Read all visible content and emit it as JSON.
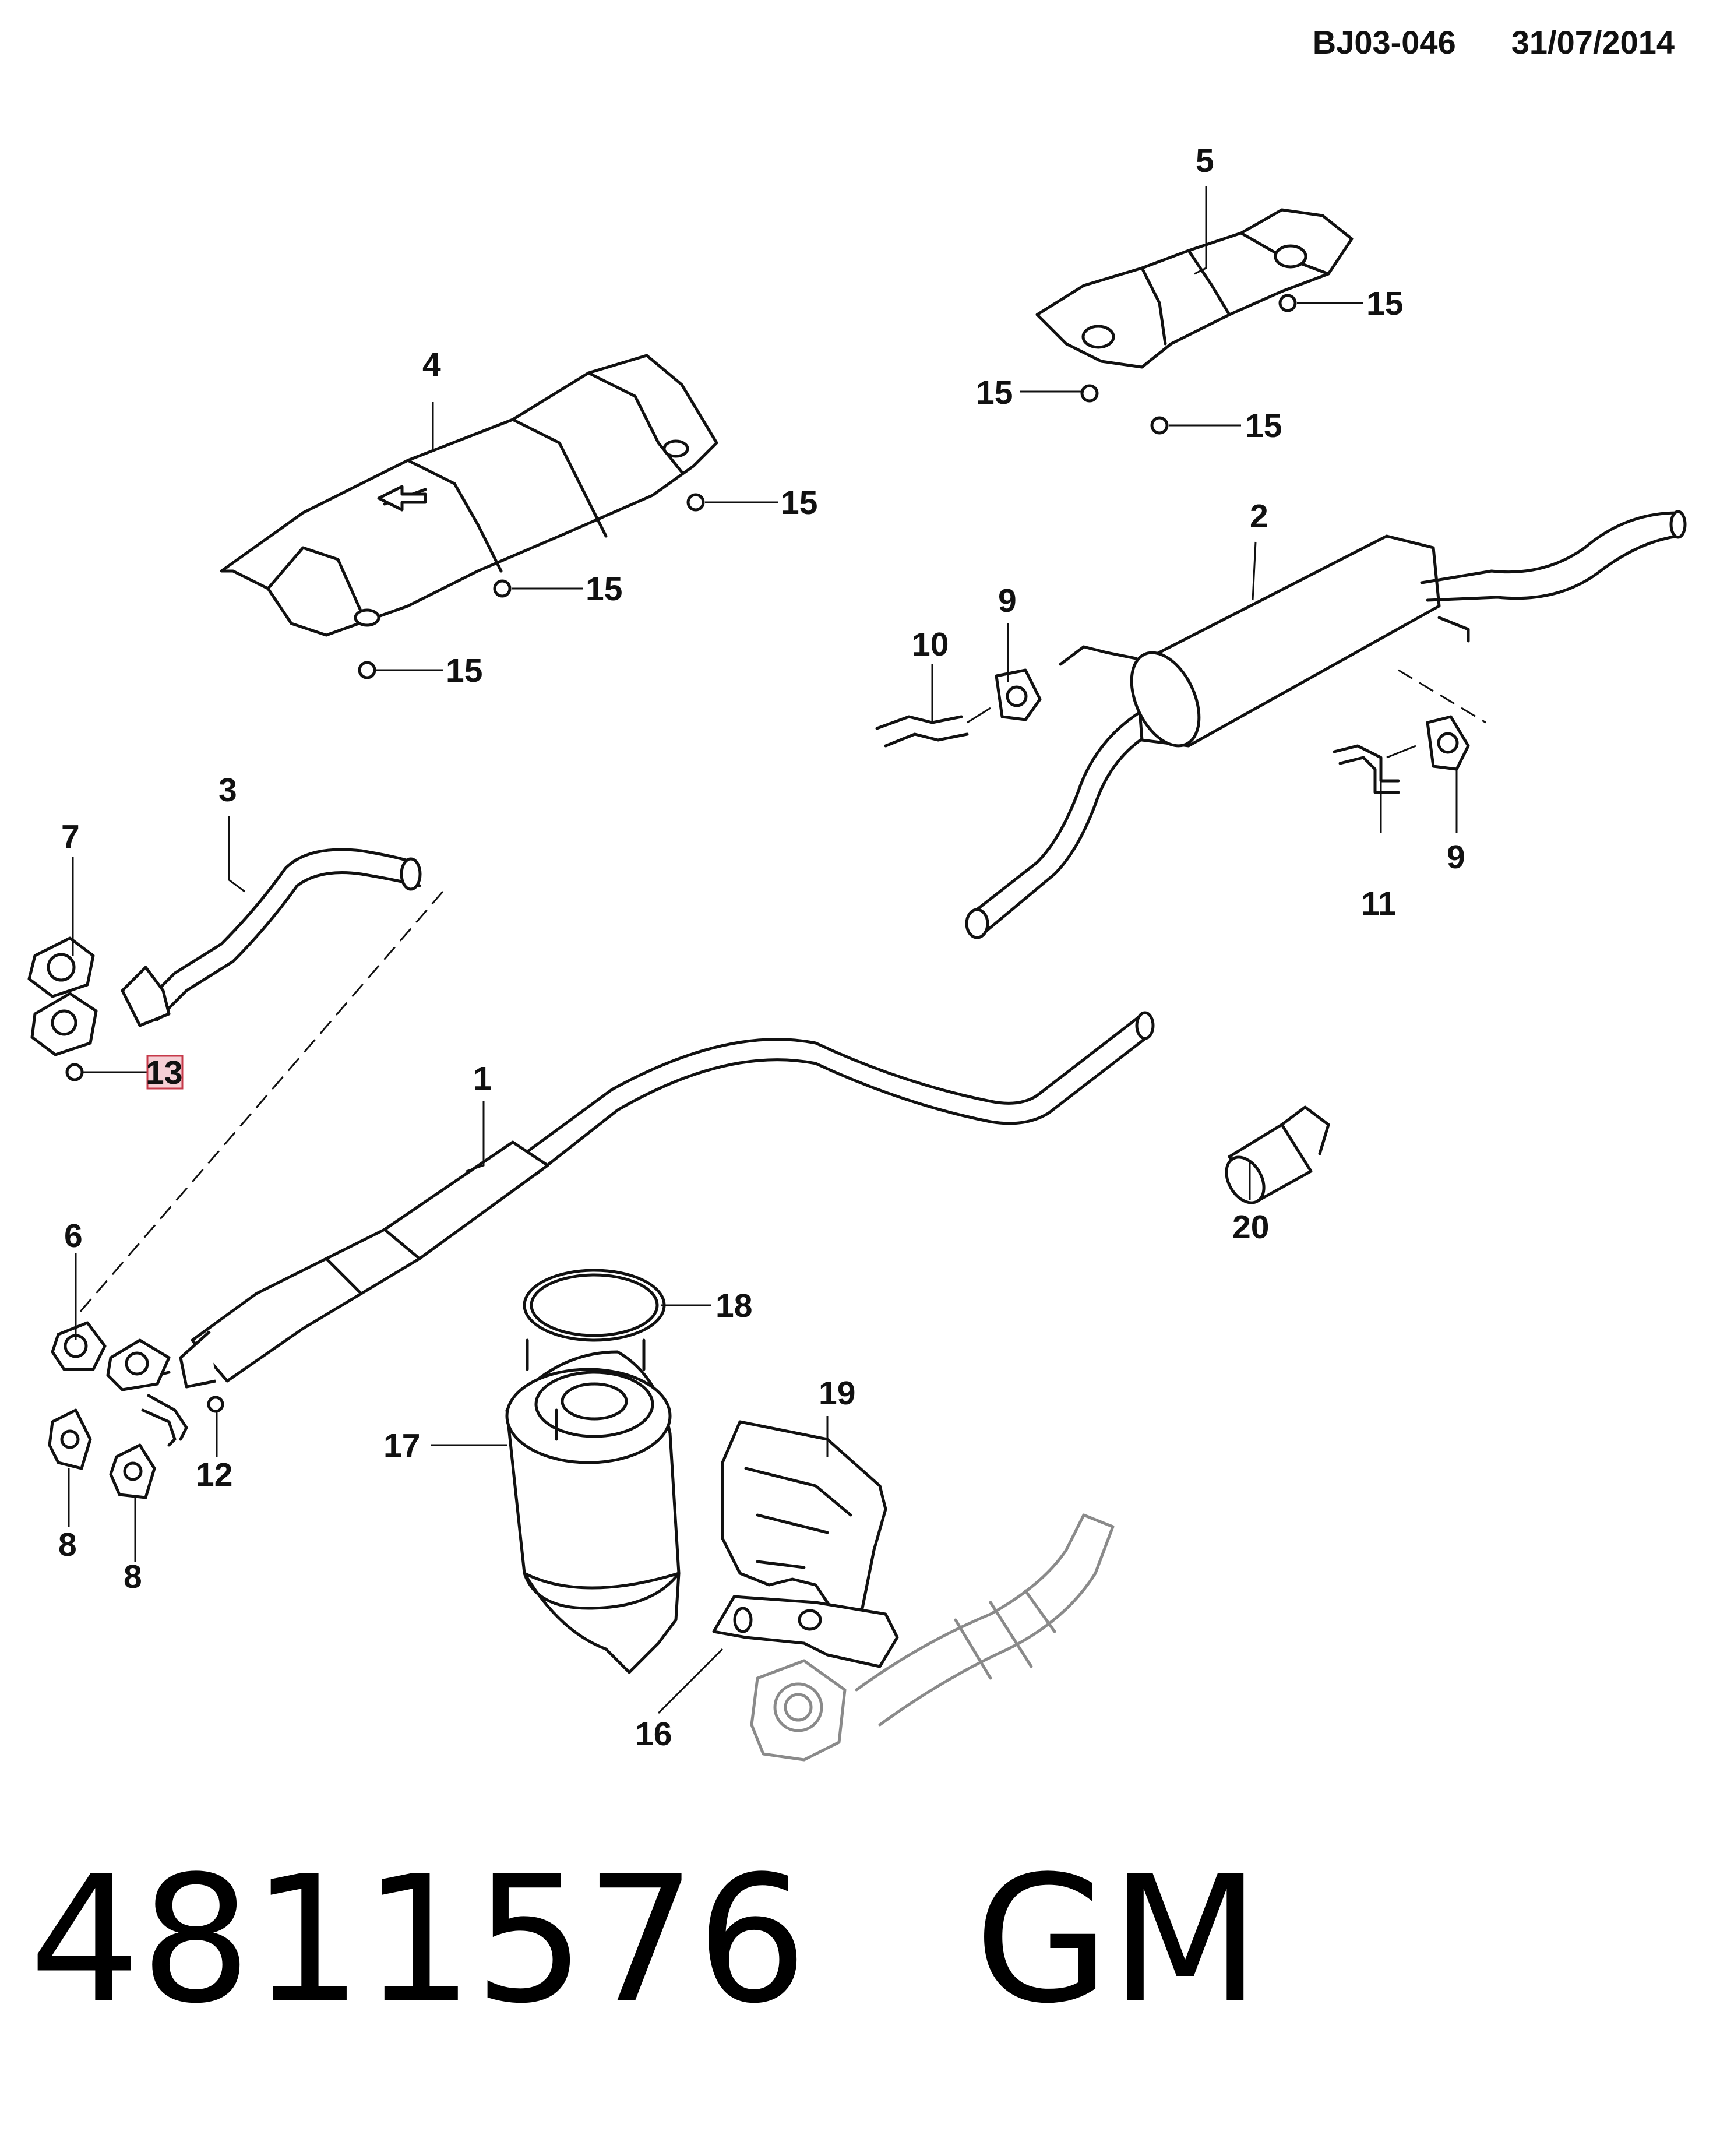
{
  "header": {
    "doc_code": "BJ03-046",
    "date": "31/07/2014"
  },
  "callouts": {
    "c1": "1",
    "c2": "2",
    "c3": "3",
    "c4": "4",
    "c5": "5",
    "c6": "6",
    "c7": "7",
    "c8a": "8",
    "c8b": "8",
    "c9a": "9",
    "c9b": "9",
    "c10": "10",
    "c11": "11",
    "c12": "12",
    "c13": "13",
    "c15a": "15",
    "c15b": "15",
    "c15c": "15",
    "c15d": "15",
    "c15e": "15",
    "c15f": "15",
    "c16": "16",
    "c17": "17",
    "c18": "18",
    "c19": "19",
    "c20": "20"
  },
  "highlighted_callout": "13",
  "footer": {
    "part_number": "4811576",
    "brand": "GM"
  }
}
